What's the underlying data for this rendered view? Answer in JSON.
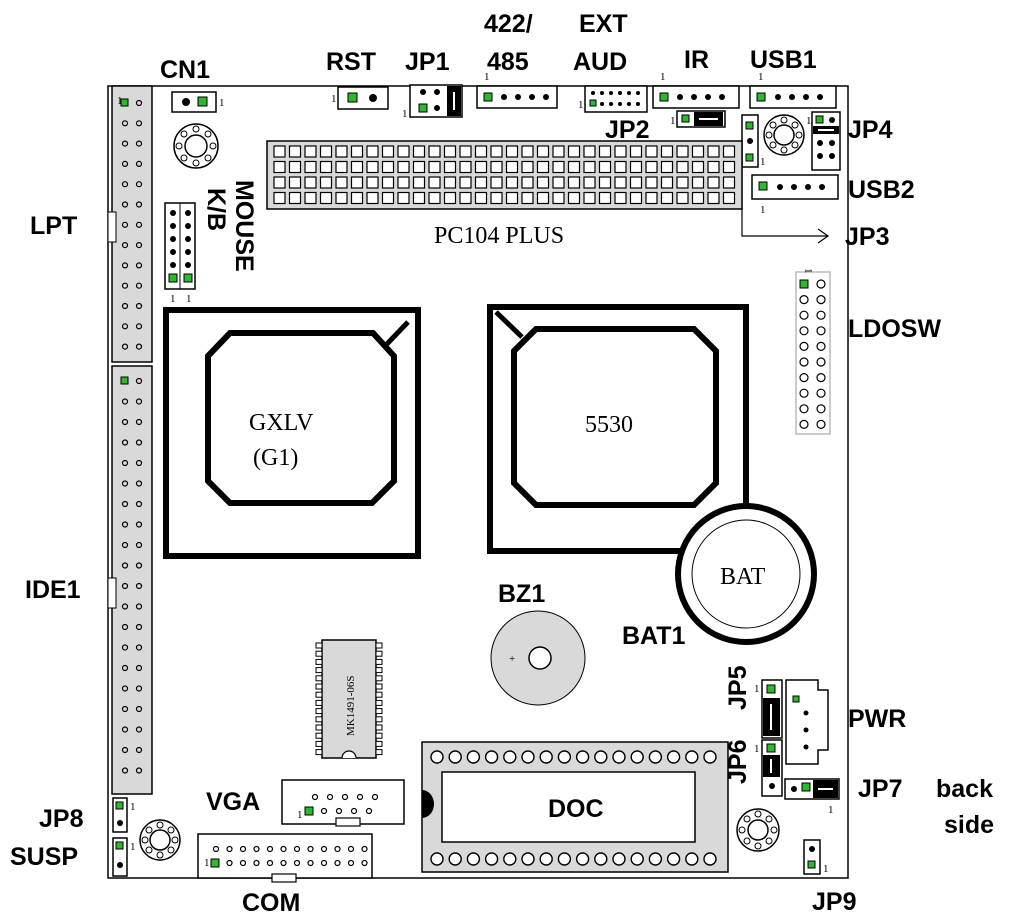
{
  "labels": {
    "cn1": "CN1",
    "rst": "RST",
    "jp1": "JP1",
    "l422": "422/",
    "l485": "485",
    "ext": "EXT",
    "aud": "AUD",
    "ir": "IR",
    "usb1": "USB1",
    "jp2": "JP2",
    "jp4": "JP4",
    "usb2": "USB2",
    "jp3": "JP3",
    "lpt": "LPT",
    "mouse": "MOUSE",
    "kb": "K/B",
    "pc104": "PC104 PLUS",
    "ldosw": "LDOSW",
    "gxlv": "GXLV",
    "g1": "(G1)",
    "chip5530": "5530",
    "bat": "BAT",
    "bat1": "BAT1",
    "bz1": "BZ1",
    "ide1": "IDE1",
    "mk": "MK1491-06S",
    "jp5": "JP5",
    "jp6": "JP6",
    "pwr": "PWR",
    "jp7": "JP7",
    "back": "back",
    "side": "side",
    "vga": "VGA",
    "doc": "DOC",
    "jp8": "JP8",
    "susp": "SUSP",
    "com": "COM",
    "jp9": "JP9",
    "pin1": "1",
    "plus": "+"
  },
  "colors": {
    "connector_fill": "#d9d9d9",
    "pin1_fill": "#2db82d",
    "outline": "#000000"
  }
}
